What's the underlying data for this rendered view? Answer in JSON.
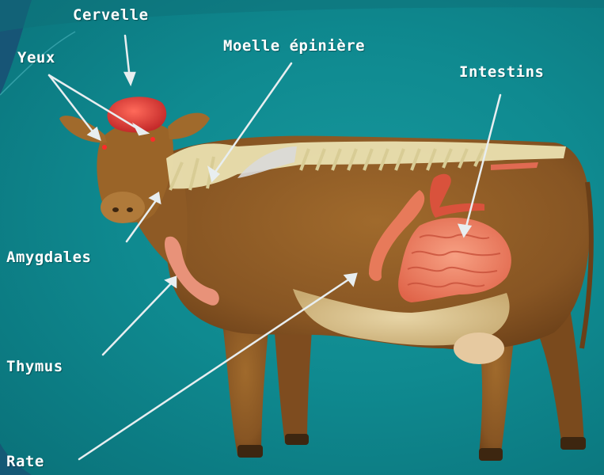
{
  "colors": {
    "background": "#0f8a90",
    "cow_hide": "#8a5a22",
    "cow_light": "#e9d7a3",
    "organ_red": "#e0463b",
    "organ_salmon": "#e77a5a",
    "spine": "#eae0b0",
    "arrow": "#e8eef0",
    "label": "#ffffff"
  },
  "labels": {
    "cervelle": "Cervelle",
    "yeux": "Yeux",
    "moelle": "Moelle épinière",
    "intestins": "Intestins",
    "amygdales": "Amygdales",
    "thymus": "Thymus",
    "rate": "Rate"
  }
}
